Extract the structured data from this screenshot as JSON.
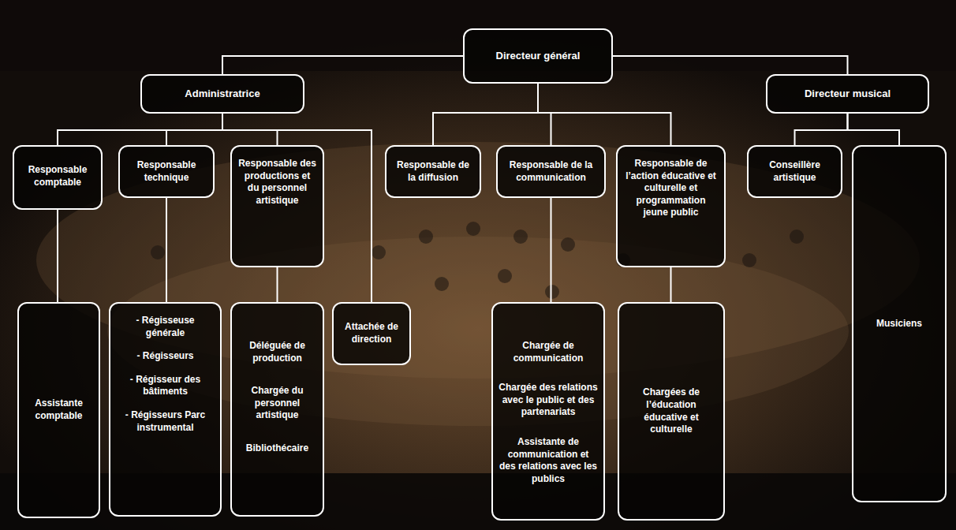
{
  "diagram": {
    "nodes": [
      {
        "text": [
          "Directeur général"
        ]
      },
      {
        "text": [
          "Administratrice"
        ]
      },
      {
        "text": [
          "Directeur musical"
        ]
      },
      {
        "text": [
          "Responsable comptable"
        ]
      },
      {
        "text": [
          "Responsable technique"
        ]
      },
      {
        "text": [
          "Responsable des productions et du personnel artistique"
        ]
      },
      {
        "text": [
          "Responsable de la diffusion"
        ]
      },
      {
        "text": [
          "Responsable de la communication"
        ]
      },
      {
        "text": [
          "Responsable de l’action éducative et culturelle et programmation jeune public"
        ]
      },
      {
        "text": [
          "Conseillère artistique"
        ]
      },
      {
        "text": [
          "Musiciens"
        ]
      },
      {
        "text": [
          "Assistante comptable"
        ]
      },
      {
        "text": [
          "- Régisseuse générale",
          "- Régisseurs",
          "- Régisseur des bâtiments",
          "- Régisseurs Parc instrumental"
        ]
      },
      {
        "text": [
          "Déléguée de production",
          "Chargée du personnel artistique",
          "Bibliothécaire"
        ]
      },
      {
        "text": [
          "Attachée de direction"
        ]
      },
      {
        "text": [
          "Chargée de communication",
          "Chargée des relations avec le public et des partenariats",
          "Assistante de communication et des relations avec les publics"
        ]
      },
      {
        "text": [
          "Chargées de l’éducation éducative et culturelle"
        ]
      }
    ],
    "edges": [
      {
        "from": 0,
        "to": 1,
        "arrow": "none"
      },
      {
        "from": 0,
        "to": 2,
        "arrow": "none"
      },
      {
        "from": 0,
        "to": 6,
        "arrow": "none"
      },
      {
        "from": 0,
        "to": 7,
        "arrow": "none"
      },
      {
        "from": 0,
        "to": 8,
        "arrow": "none"
      },
      {
        "from": 1,
        "to": 3,
        "arrow": "none"
      },
      {
        "from": 1,
        "to": 4,
        "arrow": "none"
      },
      {
        "from": 1,
        "to": 5,
        "arrow": "none"
      },
      {
        "from": 1,
        "to": 14,
        "arrow": "none"
      },
      {
        "from": 2,
        "to": 9,
        "arrow": "none"
      },
      {
        "from": 2,
        "to": 10,
        "arrow": "none"
      },
      {
        "from": 3,
        "to": 11,
        "arrow": "none"
      },
      {
        "from": 4,
        "to": 12,
        "arrow": "none"
      },
      {
        "from": 5,
        "to": 13,
        "arrow": "none"
      },
      {
        "from": 7,
        "to": 15,
        "arrow": "none"
      },
      {
        "from": 8,
        "to": 16,
        "arrow": "none"
      }
    ]
  }
}
